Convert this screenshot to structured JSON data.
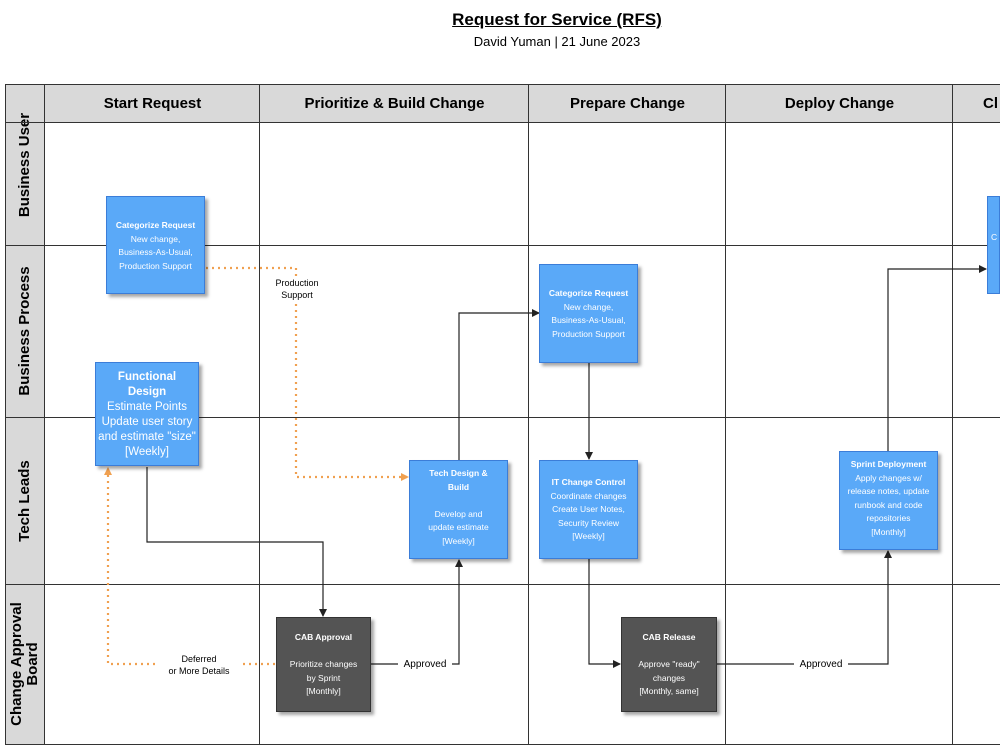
{
  "title": "Request for Service (RFS)",
  "subtitle": "David Yuman | 21 June 2023",
  "phases": [
    "Start Request",
    "Prioritize & Build Change",
    "Prepare Change",
    "Deploy Change",
    "Cl"
  ],
  "lanes": [
    "Business User",
    "Business Process",
    "Tech Leads",
    "Change Approval\nBoard"
  ],
  "nodes": {
    "categorize_1": {
      "title": "Categorize Request",
      "lines": [
        "New change,",
        "Business-As-Usual,",
        "Production Support"
      ]
    },
    "functional_design": {
      "title": "Functional Design",
      "lines": [
        "Estimate Points",
        "Update user story",
        "and estimate \"size\"",
        "[Weekly]"
      ]
    },
    "tech_design": {
      "title": "Tech Design & Build",
      "lines": [
        "",
        "Develop and",
        "update estimate",
        "[Weekly]"
      ]
    },
    "cab_approval": {
      "title": "CAB Approval",
      "lines": [
        "",
        "Prioritize changes",
        "by Sprint",
        "[Monthly]"
      ]
    },
    "categorize_2": {
      "title": "Categorize Request",
      "lines": [
        "New change,",
        "Business-As-Usual,",
        "Production Support"
      ]
    },
    "it_change_control": {
      "title": "IT Change Control",
      "lines": [
        "Coordinate changes",
        "Create User Notes,",
        "Security Review",
        "[Weekly]"
      ]
    },
    "cab_release": {
      "title": "CAB Release",
      "lines": [
        "",
        "Approve \"ready\"",
        "changes",
        "[Monthly, same]"
      ]
    },
    "sprint_deployment": {
      "title": "Sprint Deployment",
      "lines": [
        "Apply changes w/",
        "release notes, update",
        "runbook and code",
        "repositories",
        "[Monthly]"
      ]
    },
    "close_box": {
      "title": "",
      "lines": [
        "C"
      ]
    }
  },
  "edge_labels": {
    "production_support": [
      "Production",
      "Support"
    ],
    "deferred": [
      "Deferred",
      "or More Details"
    ],
    "approved_1": "Approved",
    "approved_2": "Approved"
  },
  "colors": {
    "process_box": "#5aa9f8",
    "cab_box": "#545454",
    "header_fill": "#d9d9d9",
    "dotted_edge": "#f0a050",
    "edge": "#222222"
  }
}
